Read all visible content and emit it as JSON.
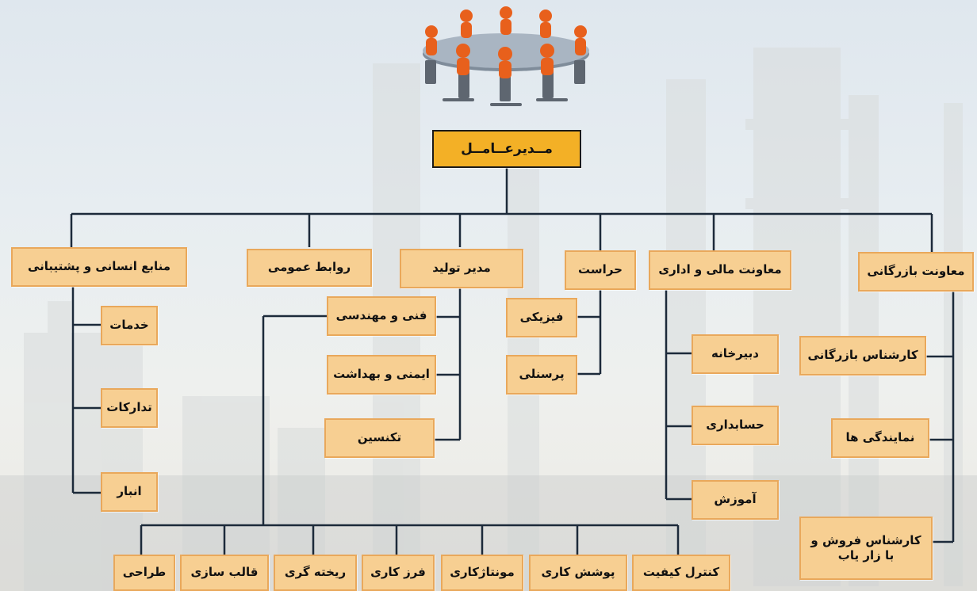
{
  "chart": {
    "ceo": "مــدیرعــامــل",
    "departments": {
      "hr": "منابع انسانی و پشتیبانی",
      "pr": "روابط عمومی",
      "production": "مدیر تولید",
      "security": "حراست",
      "finance": "معاونت مالی و اداری",
      "commerce": "معاونت بازرگانی"
    },
    "hr_units": [
      "خدمات",
      "تدارکات",
      "انبار"
    ],
    "production_units": [
      "فنی و مهندسی",
      "ایمنی و بهداشت",
      "تکنسین"
    ],
    "security_units": [
      "فیزیکی",
      "پرسنلی"
    ],
    "finance_units": [
      "دبیرخانه",
      "حسابداری",
      "آموزش"
    ],
    "commerce_units": [
      "کارشناس بازرگانی",
      "نمایندگی  ها",
      "کارشناس فروش و با زار یاب"
    ],
    "engineering_units": [
      "طراحی",
      "قالب سازی",
      "ریخته گری",
      "فرز کاری",
      "مونتاژکاری",
      "پوشش کاری",
      "کنترل کیفیت"
    ]
  },
  "colors": {
    "box_fill": "#f7cf92",
    "box_border": "#e9a85b",
    "ceo_fill": "#f3b026",
    "connector": "#1c2a3a",
    "figure": "#e8601c"
  },
  "icons": {
    "header_image": "meeting-table-figures-icon"
  }
}
